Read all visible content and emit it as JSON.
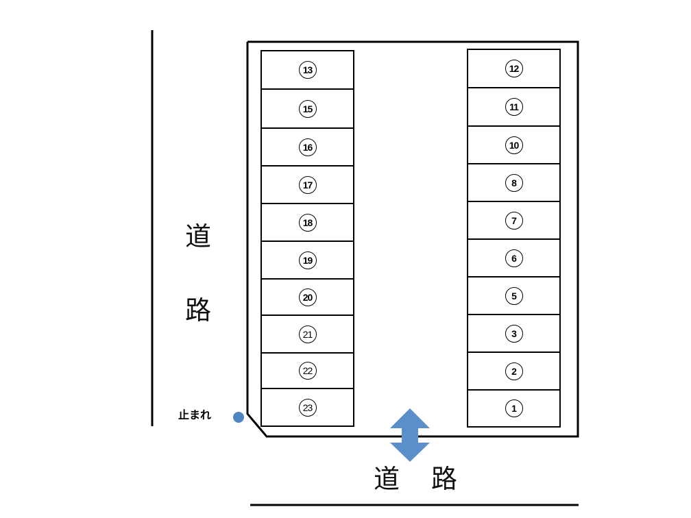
{
  "road_label_left": [
    "道",
    "路"
  ],
  "road_label_bottom": [
    "道",
    "路"
  ],
  "stop_label": "止まれ",
  "colors": {
    "arrow": "#5b8fc9",
    "stop_dot": "#4f86c0"
  },
  "left_column": [
    "13",
    "15",
    "16",
    "17",
    "18",
    "19",
    "20",
    "21",
    "22",
    "23"
  ],
  "right_column": [
    "12",
    "11",
    "10",
    "8",
    "7",
    "6",
    "5",
    "3",
    "2",
    "1"
  ]
}
